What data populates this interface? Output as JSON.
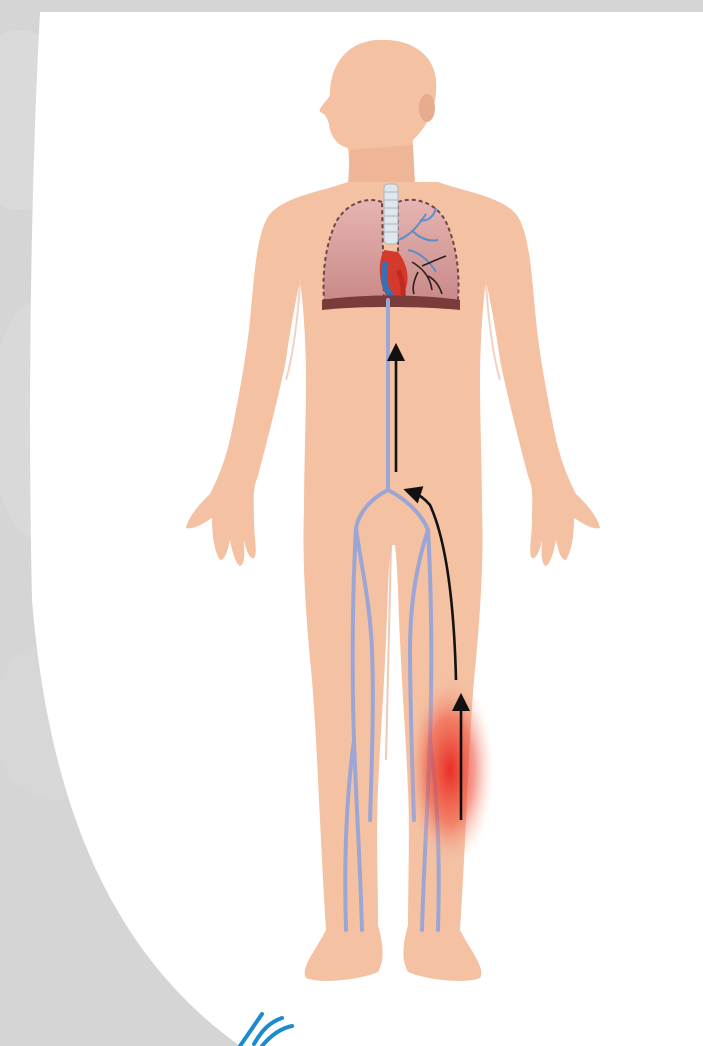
{
  "figure": {
    "subject": "human-body-venous-return",
    "colors": {
      "backdrop": "#d5d5d5",
      "card": "#ffffff",
      "skin": "#f4c1a3",
      "skin_shadow": "#e8ab8b",
      "lung": "#d9a4a2",
      "diaphragm": "#7a3b3b",
      "vein": "#9ca6d4",
      "artery": "#d33a2c",
      "clot_glow": "#e8261f",
      "flow_arrow": "#111111",
      "logo": "#1b8ad1"
    },
    "flow_arrows": [
      {
        "name": "calf-arrow",
        "direction": "up"
      },
      {
        "name": "thigh-arrow",
        "direction": "up"
      },
      {
        "name": "abdomen-arrow",
        "direction": "up"
      }
    ],
    "highlight": {
      "name": "calf-clot",
      "location": "right lower leg"
    },
    "logo_icon": "brand-swoosh-icon"
  }
}
